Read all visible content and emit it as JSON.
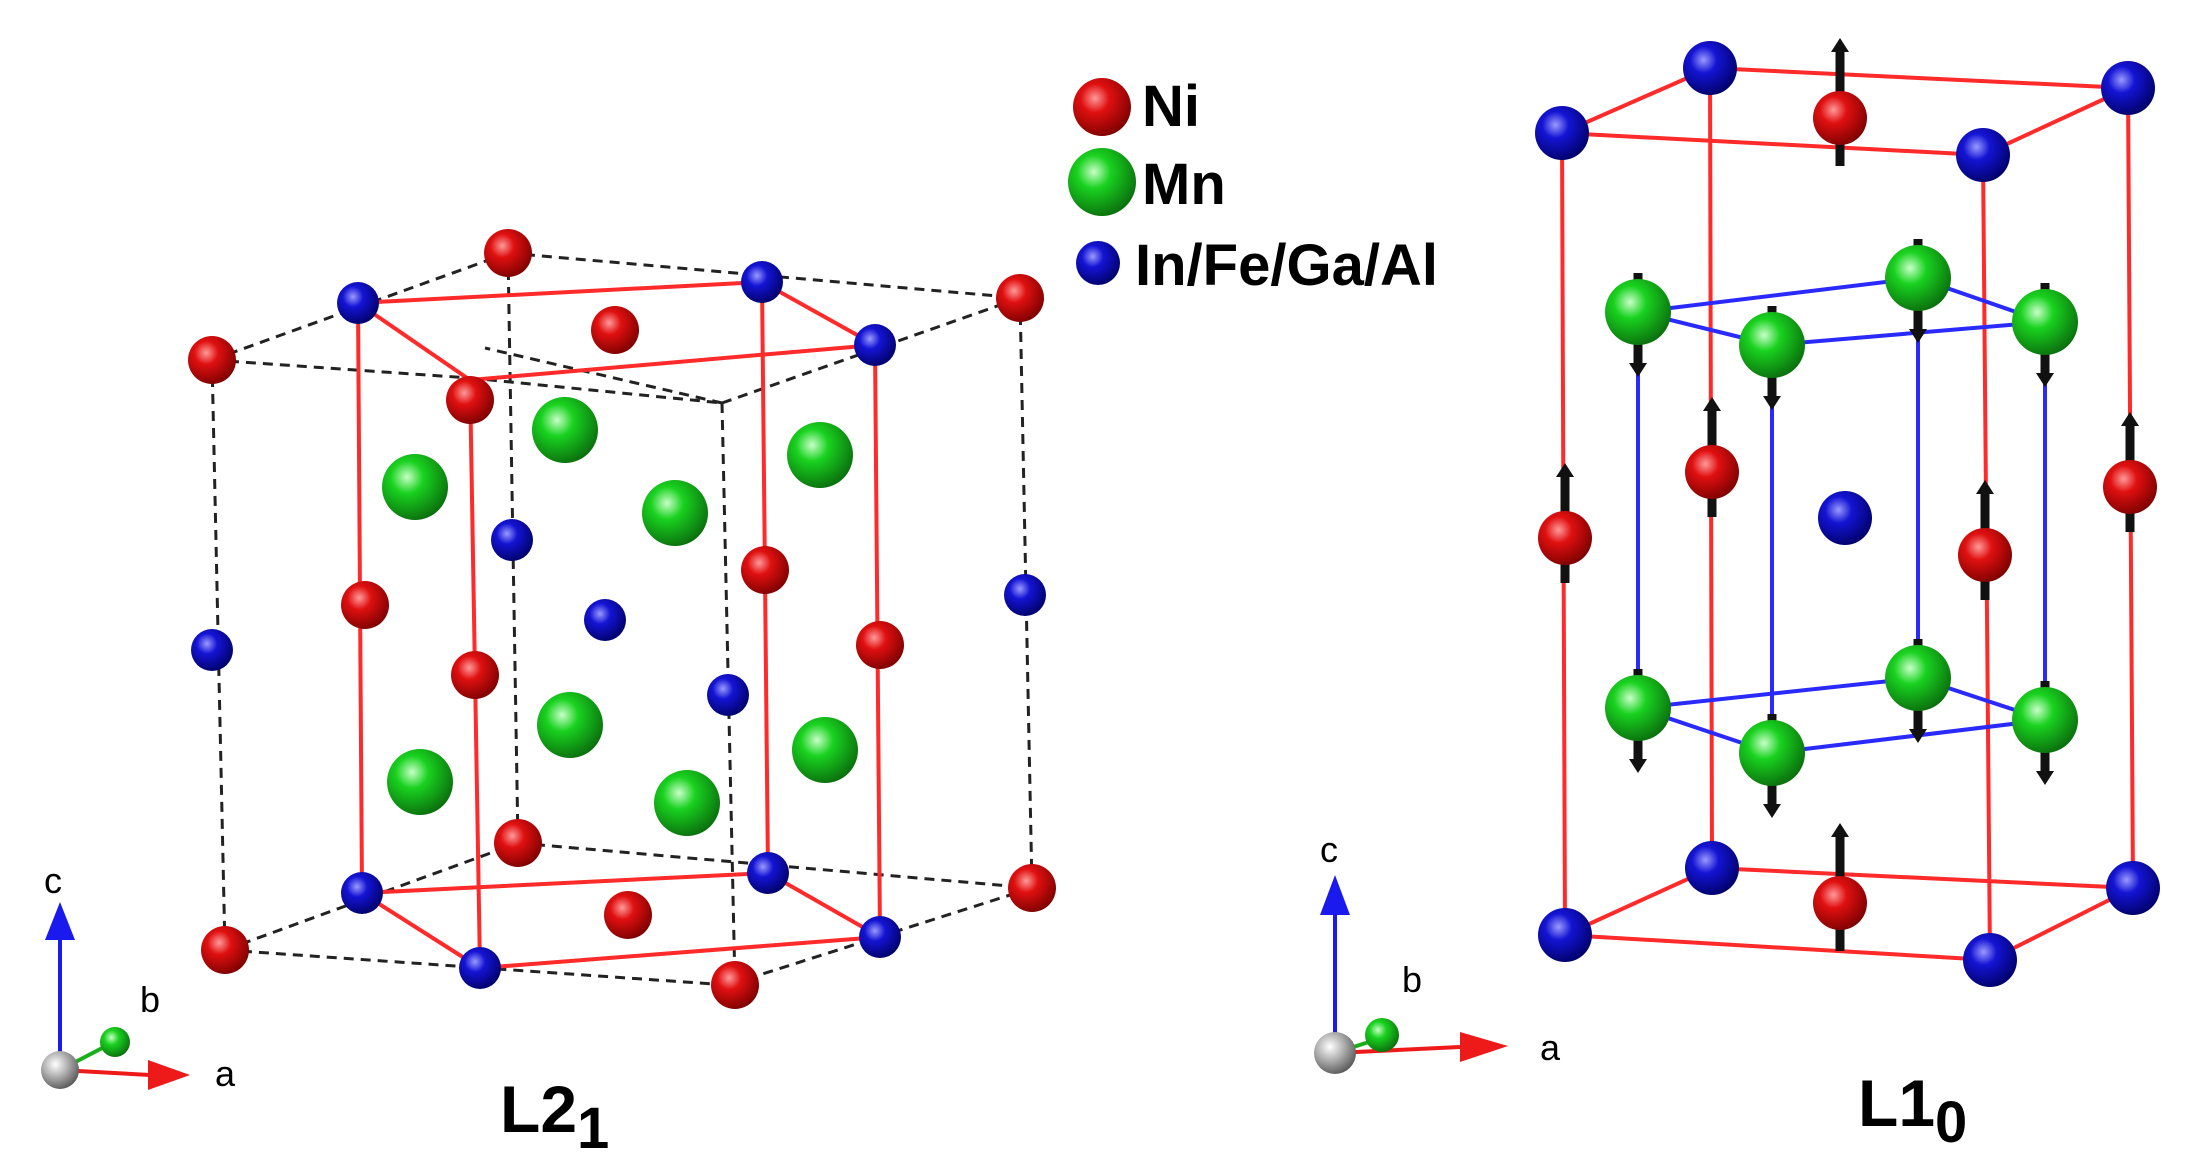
{
  "legend": {
    "items": [
      {
        "label": "Ni",
        "color": "#e01010",
        "size": "medium"
      },
      {
        "label": "Mn",
        "color": "#10d020",
        "size": "large"
      },
      {
        "label": "In/Fe/Ga/Al",
        "color": "#1010d0",
        "size": "small"
      }
    ]
  },
  "structures": [
    {
      "label_main": "L2",
      "label_sub": "1"
    },
    {
      "label_main": "L1",
      "label_sub": "0"
    }
  ],
  "axes": [
    {
      "c": "c",
      "b": "b",
      "a": "a"
    },
    {
      "c": "c",
      "b": "b",
      "a": "a"
    }
  ],
  "colors": {
    "ni": "#e01010",
    "mn": "#10d020",
    "x": "#1010d0",
    "cell_edge": "#ff2a2a",
    "inner_cell_edge": "#2a2aff",
    "dashed_edge": "#222222",
    "spin_arrow": "#111111"
  }
}
